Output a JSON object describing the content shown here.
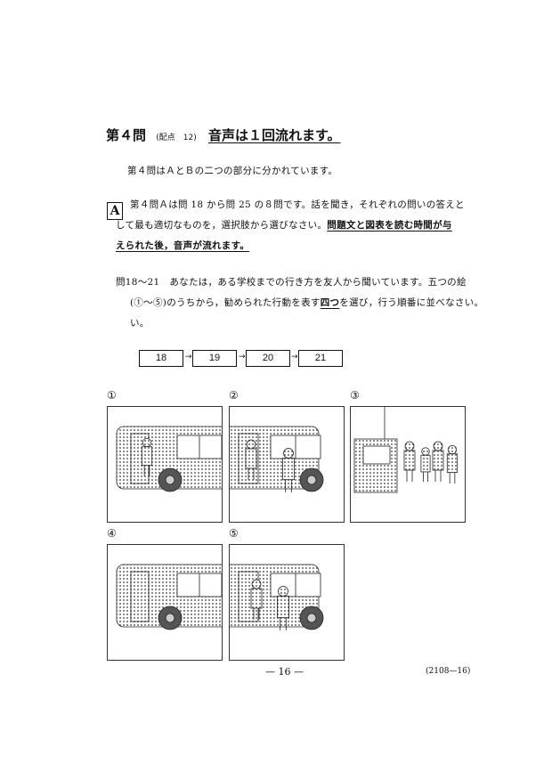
{
  "heading": {
    "title": "第４問",
    "points": "(配点　12)",
    "audio_note": "音声は１回流れます。"
  },
  "intro": "第４問はＡとＢの二つの部分に分かれています。",
  "section_a": {
    "label": "A",
    "line1": "第４問Ａは問 18 から問 25 の８問です。話を聞き，それぞれの問いの答えと",
    "line2_plain": "して最も適切なものを，選択肢から選びなさい。",
    "line2_underlined": "問題文と図表を読む時間が与",
    "line3_underlined": "えられた後，音声が流れます。"
  },
  "question": {
    "number": "問18～21",
    "line1": "あなたは，ある学校までの行き方を友人から聞いています。五つの絵",
    "line2_open": "(①～⑤)",
    "line2_a": "のうちから，勧められた行動を表す",
    "line2_underlined": "四つ",
    "line2_b": "を選び，行う順番に並べなさい。",
    "line3": "い。"
  },
  "answer_boxes": [
    "18",
    "19",
    "20",
    "21"
  ],
  "arrow": "→",
  "pictures": [
    {
      "label": "①",
      "scene": "bus-front-door"
    },
    {
      "label": "②",
      "scene": "bus-exit-girl"
    },
    {
      "label": "③",
      "scene": "ticket-queue"
    },
    {
      "label": "④",
      "scene": "bus-empty-door"
    },
    {
      "label": "⑤",
      "scene": "bus-walking-girl"
    }
  ],
  "footer": {
    "page": "— 16 —",
    "code": "(2108—16)"
  }
}
